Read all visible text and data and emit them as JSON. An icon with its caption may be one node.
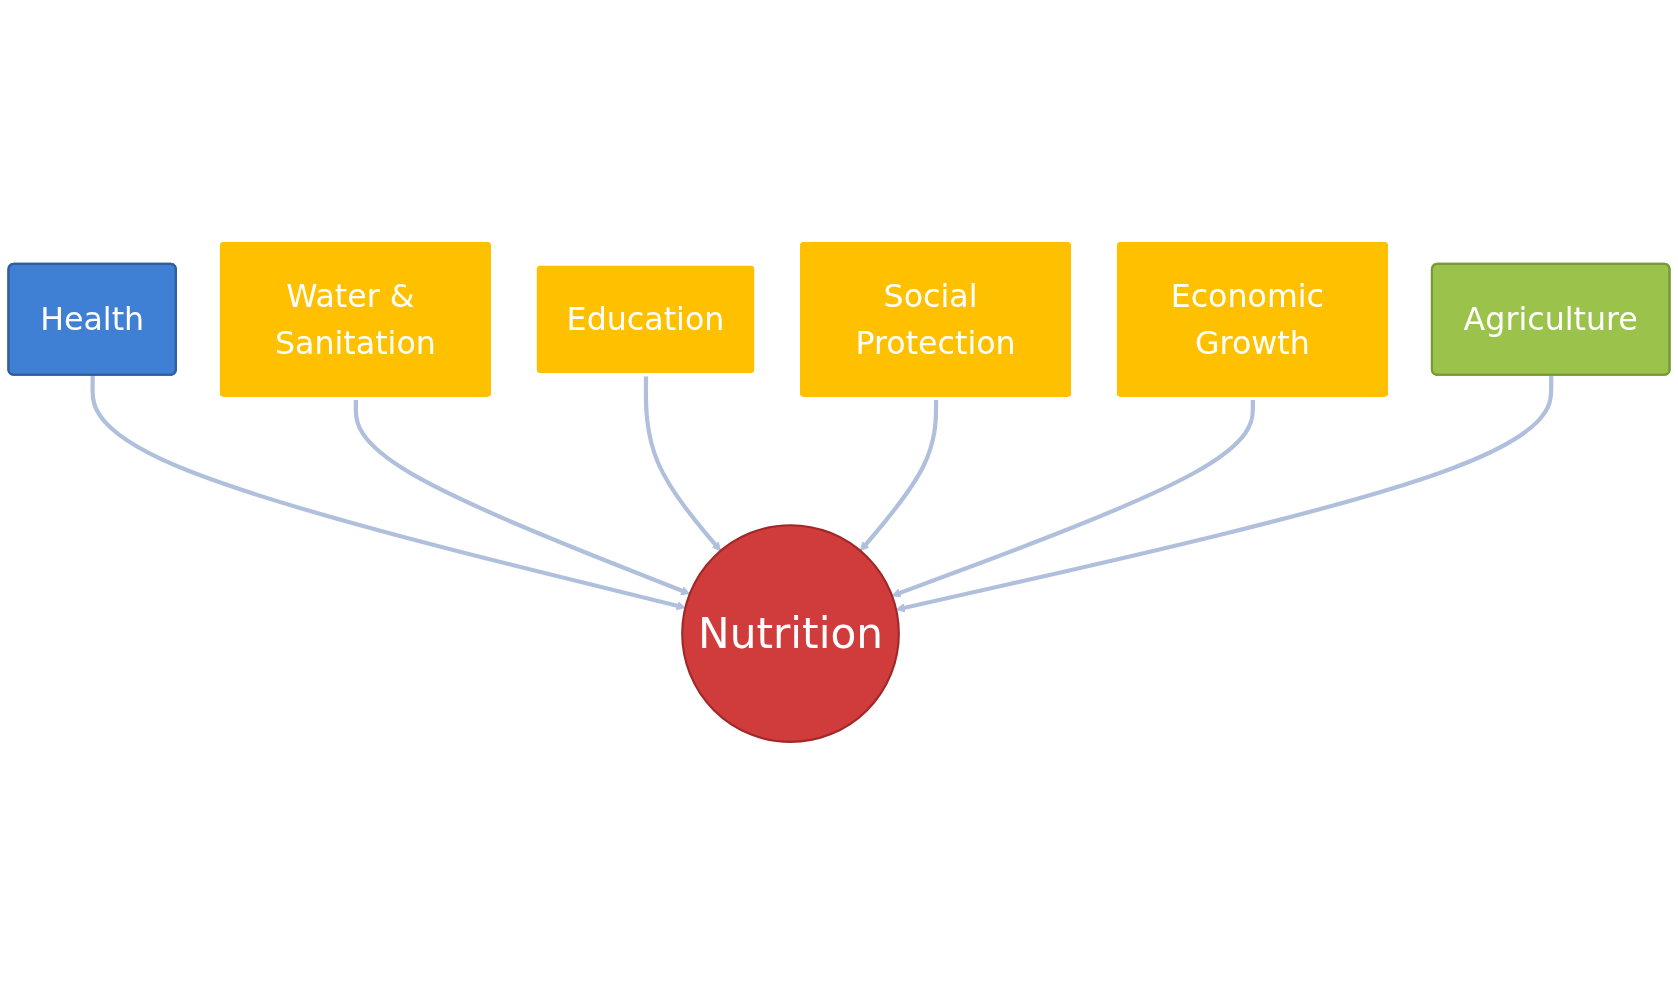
{
  "diagram": {
    "nodes": [
      {
        "text": [
          "Education"
        ]
      },
      {
        "text": [
          "Social Protection"
        ]
      },
      {
        "text": [
          "Water & Sanitation"
        ]
      },
      {
        "text": [
          "Economic Growth"
        ]
      },
      {
        "text": [
          "Health"
        ]
      },
      {
        "text": [
          "Nutrition"
        ]
      },
      {
        "text": [
          "Agriculture"
        ]
      }
    ],
    "edges": [
      {
        "from": 4,
        "to": 5,
        "arrow": "to"
      },
      {
        "from": 2,
        "to": 5,
        "arrow": "to"
      },
      {
        "from": 0,
        "to": 5,
        "arrow": "to"
      },
      {
        "from": 1,
        "to": 5,
        "arrow": "to"
      },
      {
        "from": 3,
        "to": 5,
        "arrow": "to"
      },
      {
        "from": 6,
        "to": 5,
        "arrow": "to"
      }
    ]
  }
}
